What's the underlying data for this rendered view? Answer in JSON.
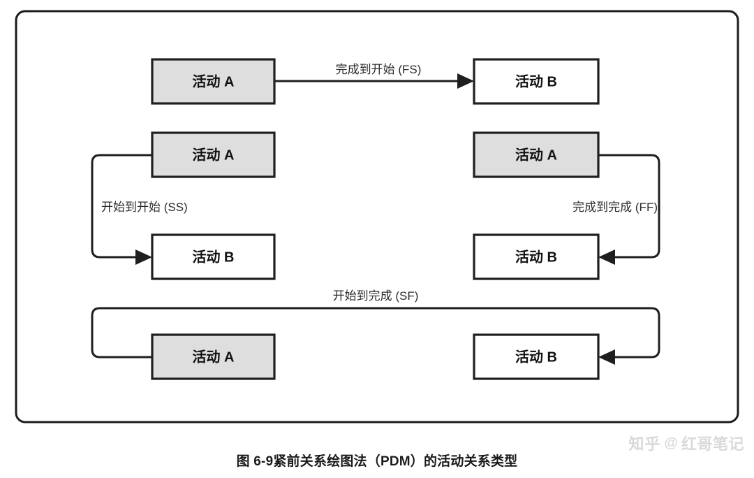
{
  "figure": {
    "caption": "图 6-9紧前关系绘图法（PDM）的活动关系类型",
    "frame_color": "#1c1c1c",
    "background": "#ffffff"
  },
  "watermark": {
    "site": "知乎",
    "at": "@",
    "user": "红哥笔记",
    "color": "#d8d8d8"
  },
  "style": {
    "predecessor_fill": "#dedede",
    "successor_fill": "#ffffff",
    "line_color": "#1f1f1f",
    "label_color": "#2b2b2b"
  },
  "chart_data": {
    "type": "diagram",
    "title": "图 6-9紧前关系绘图法（PDM）的活动关系类型",
    "relationships": [
      {
        "id": "fs",
        "label": "完成到开始 (FS)",
        "code": "FS",
        "from": "活动 A",
        "to": "活动 B",
        "from_point": "finish",
        "to_point": "start",
        "route": "A right edge → straight right → arrow into B left edge"
      },
      {
        "id": "ss",
        "label": "开始到开始 (SS)",
        "code": "SS",
        "from": "活动 A",
        "to": "活动 B",
        "from_point": "start",
        "to_point": "start",
        "route": "A left edge → left → down → arrow into B left edge"
      },
      {
        "id": "ff",
        "label": "完成到完成 (FF)",
        "code": "FF",
        "from": "活动 A",
        "to": "活动 B",
        "from_point": "finish",
        "to_point": "finish",
        "route": "A right edge → right → down → arrow into B right edge"
      },
      {
        "id": "sf",
        "label": "开始到完成 (SF)",
        "code": "SF",
        "from": "活动 A",
        "to": "活动 B",
        "from_point": "start",
        "to_point": "finish",
        "route": "A left edge → left → up → right across → down → arrow into B right edge"
      }
    ]
  },
  "rows": [
    {
      "id": "row-fs",
      "relation_label": "完成到开始 (FS)",
      "predecessor": "活动 A",
      "successor": "活动 B"
    },
    {
      "id": "row-ss-ff",
      "ss": {
        "relation_label": "开始到开始 (SS)",
        "predecessor": "活动 A",
        "successor": "活动 B"
      },
      "ff": {
        "relation_label": "完成到完成 (FF)",
        "predecessor": "活动 A",
        "successor": "活动 B"
      }
    },
    {
      "id": "row-sf",
      "relation_label": "开始到完成 (SF)",
      "predecessor": "活动 A",
      "successor": "活动 B"
    }
  ]
}
